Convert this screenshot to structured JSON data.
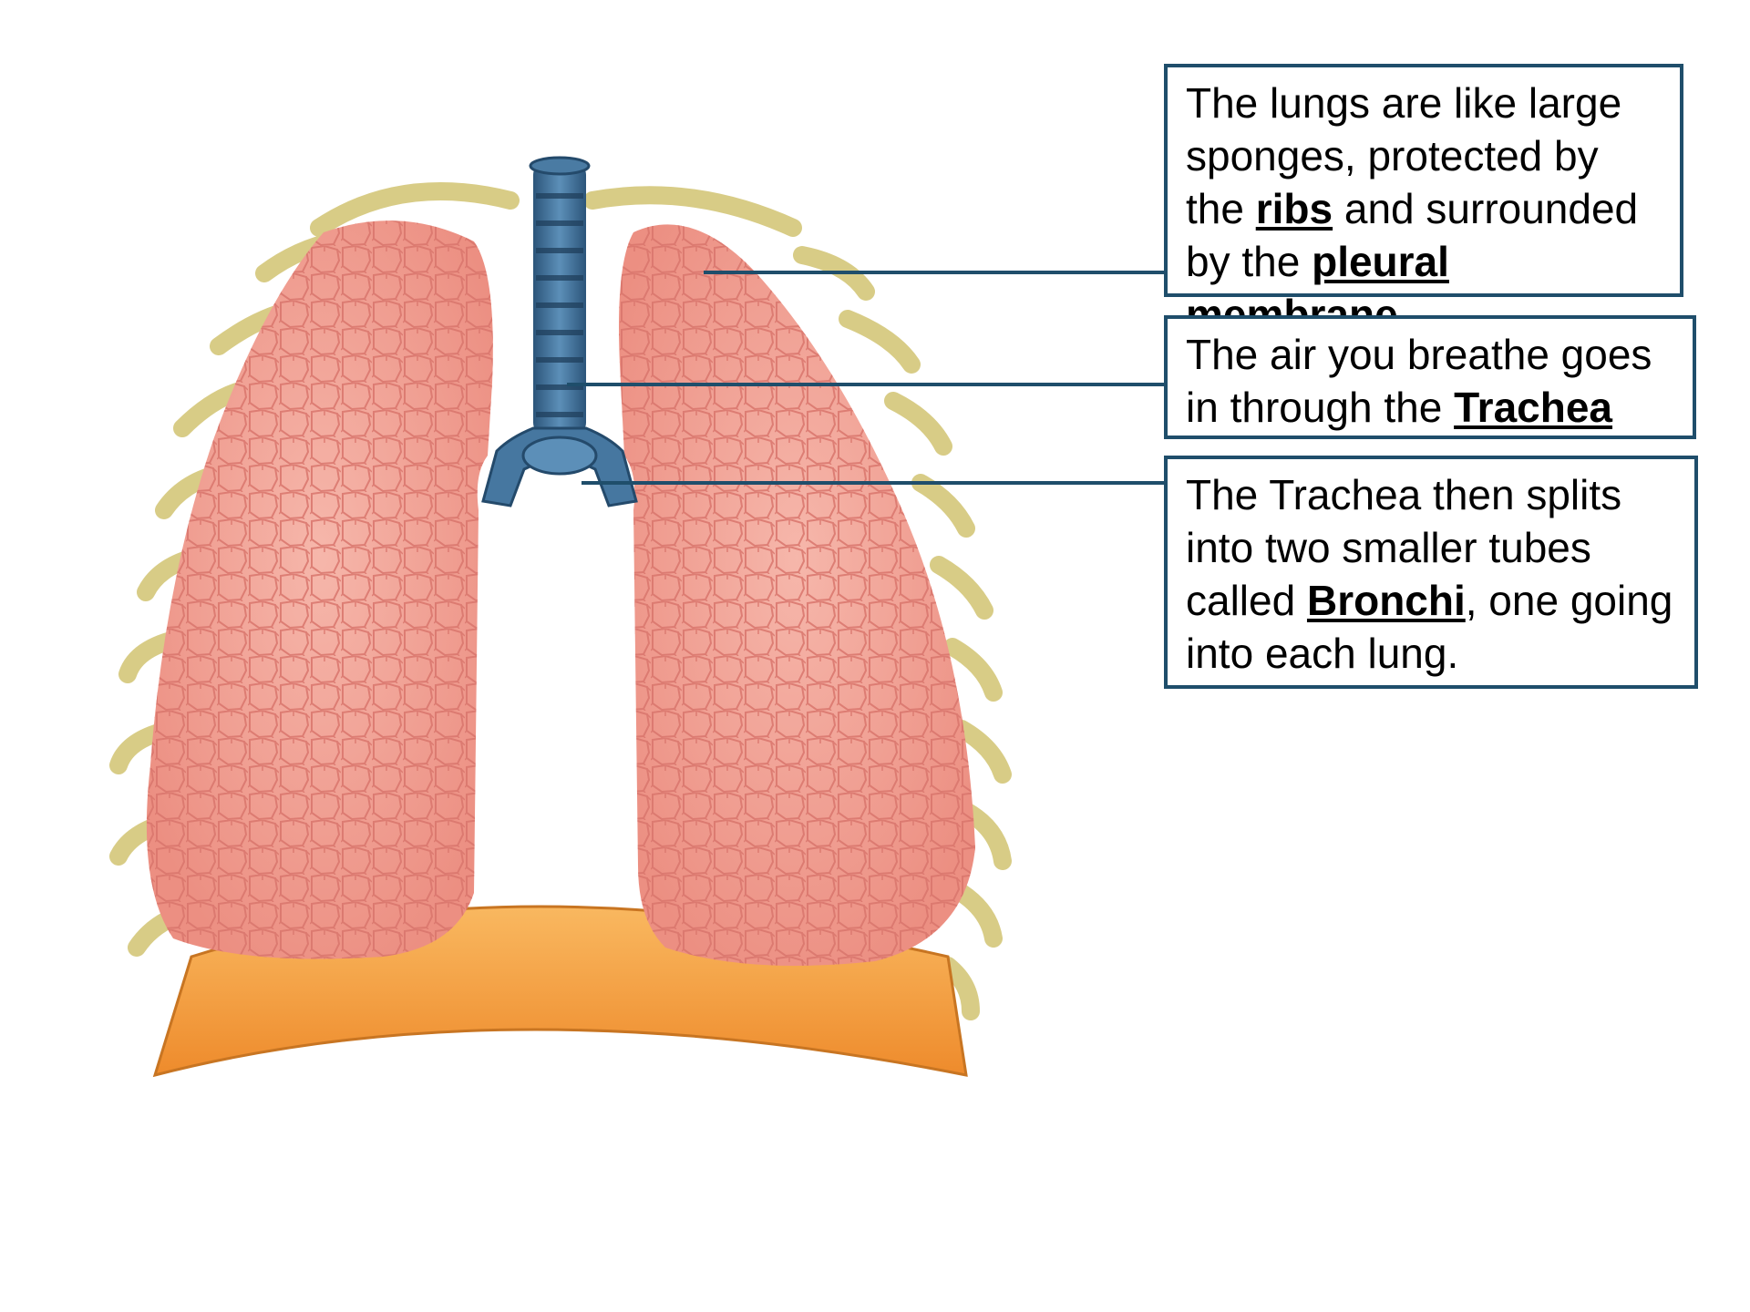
{
  "callouts": {
    "lungs": {
      "t1": "The lungs are like large sponges, protected by the ",
      "b1": "ribs",
      "t2": " and surrounded by the ",
      "b2": "pleural membrane."
    },
    "trachea": {
      "t1": "The air you breathe goes in through the ",
      "b1": "Trachea"
    },
    "bronchi": {
      "t1": "The Trachea then splits into two smaller tubes called ",
      "b1": "Bronchi",
      "t2": ", one going into each lung."
    }
  },
  "colors": {
    "callout_border": "#1f4e6b",
    "leader_line": "#1f4e6b",
    "lung": "#f0a195",
    "lung_cells": "#d9756c",
    "trachea": "#3e6f95",
    "ribs": "#d8cc86",
    "diaphragm": "#f4a040"
  }
}
